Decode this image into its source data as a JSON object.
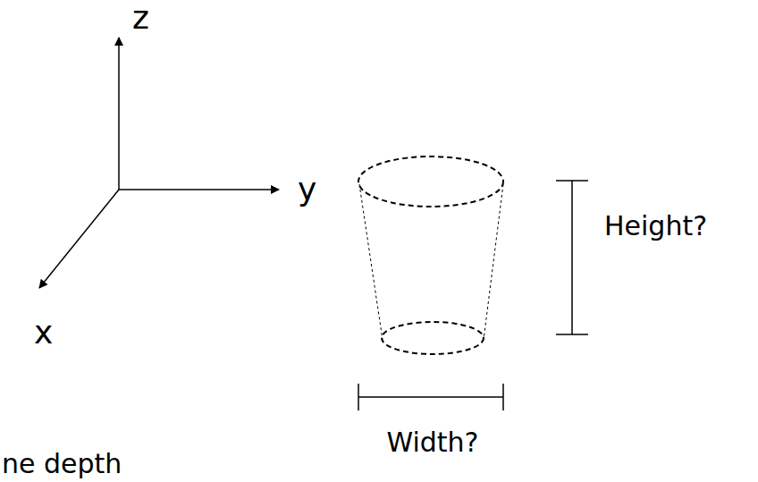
{
  "diagram": {
    "labels": [
      "z",
      "y",
      "x",
      "Height?",
      "Width?",
      "ne depth"
    ]
  }
}
